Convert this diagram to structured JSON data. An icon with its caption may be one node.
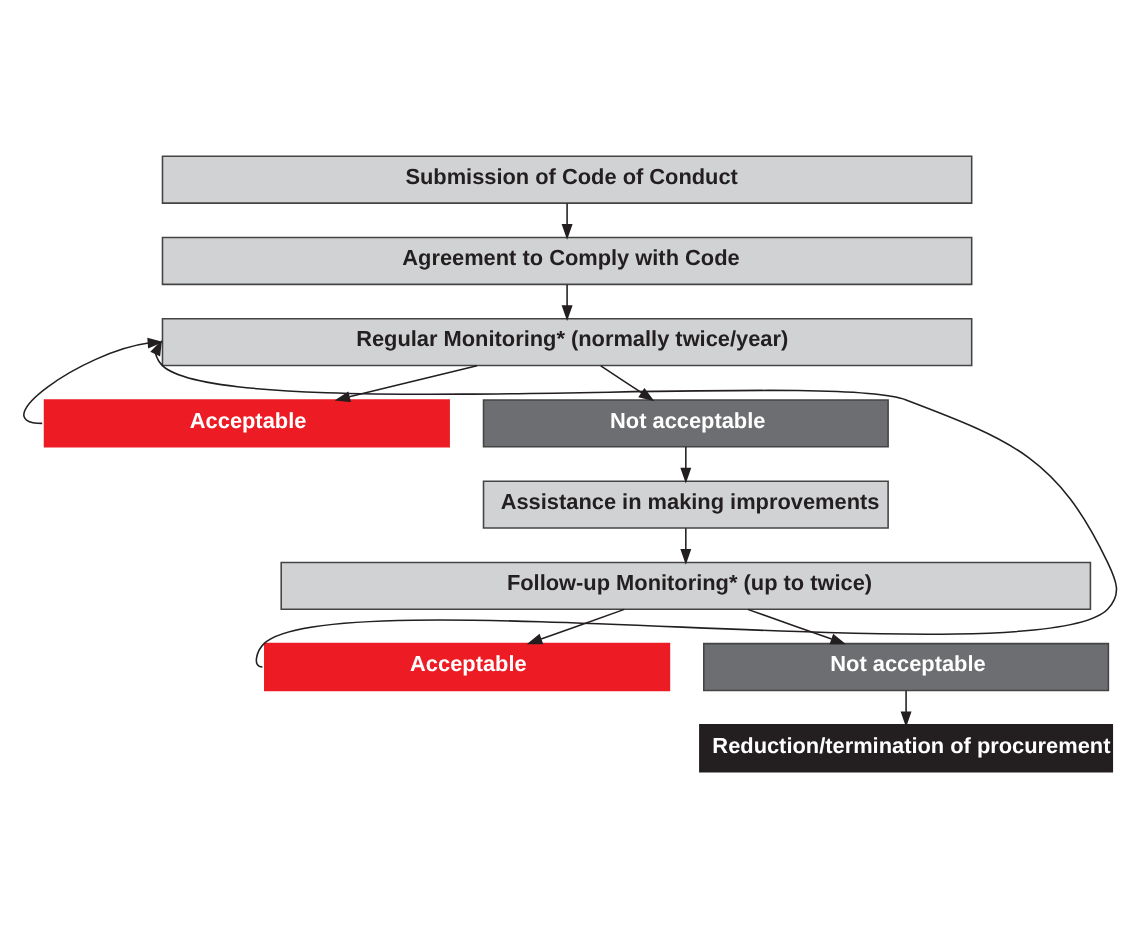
{
  "diagram": {
    "nodes": [
      {
        "text": [
          "Submission of Code of Conduct"
        ]
      },
      {
        "text": [
          "Agreement to Comply with Code"
        ]
      },
      {
        "text": [
          "Regular Monitoring* (normally twice/year)"
        ]
      },
      {
        "text": [
          "Acceptable"
        ]
      },
      {
        "text": [
          "Not acceptable"
        ]
      },
      {
        "text": [
          "Assistance in making improvements"
        ]
      },
      {
        "text": [
          "Follow-up Monitoring* (up to twice)"
        ]
      },
      {
        "text": [
          "Acceptable"
        ]
      },
      {
        "text": [
          "Not acceptable"
        ]
      },
      {
        "text": [
          "Reduction/termination of procurement"
        ]
      }
    ],
    "edges": [
      {
        "from": 0,
        "to": 1,
        "arrow": "to"
      },
      {
        "from": 1,
        "to": 2,
        "arrow": "to"
      },
      {
        "from": 2,
        "to": 3,
        "arrow": "to"
      },
      {
        "from": 2,
        "to": 4,
        "arrow": "to"
      },
      {
        "from": 3,
        "to": 2,
        "arrow": "to"
      },
      {
        "from": 4,
        "to": 5,
        "arrow": "to"
      },
      {
        "from": 5,
        "to": 6,
        "arrow": "to"
      },
      {
        "from": 6,
        "to": 7,
        "arrow": "to"
      },
      {
        "from": 6,
        "to": 8,
        "arrow": "to"
      },
      {
        "from": 7,
        "to": 2,
        "arrow": "to"
      },
      {
        "from": 8,
        "to": 9,
        "arrow": "to"
      }
    ]
  }
}
